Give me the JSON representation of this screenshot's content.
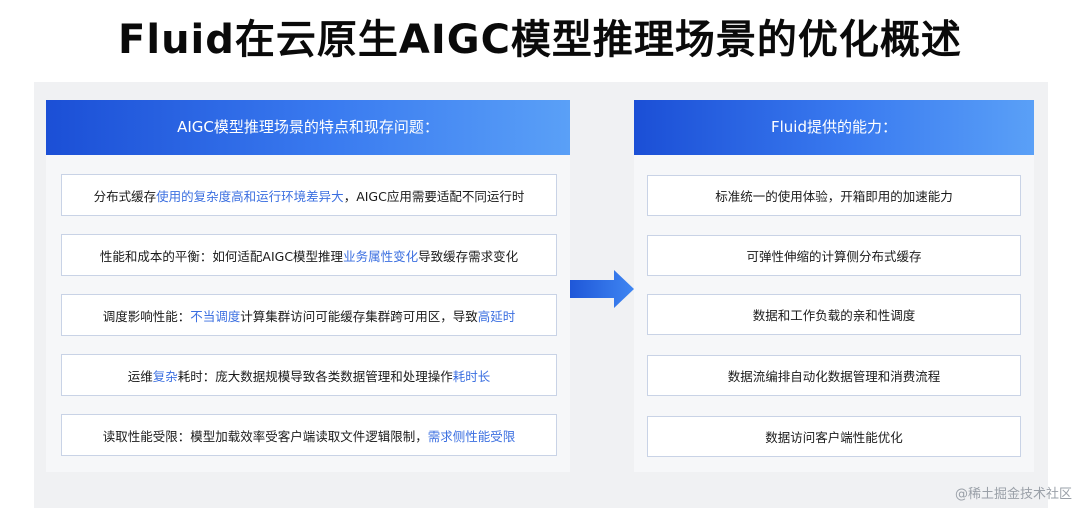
{
  "title": "Fluid在云原生AIGC模型推理场景的优化概述",
  "left_panel": {
    "header": "AIGC模型推理场景的特点和现存问题：",
    "items": [
      {
        "parts": [
          "分布式缓存",
          "使用的复杂度高和运行环境差异大",
          "，AIGC应用需要适配不同运行时"
        ]
      },
      {
        "parts": [
          "性能和成本的平衡：如何适配AIGC模型推理",
          "业务属性变化",
          "导致缓存需求变化"
        ]
      },
      {
        "parts": [
          "调度影响性能：",
          "不当调度",
          "计算集群访问可能缓存集群跨可用区，导致",
          "高延时"
        ]
      },
      {
        "parts": [
          "运维",
          "复杂",
          "耗时：庞大数据规模导致各类数据管理和处理操作",
          "耗时长"
        ]
      },
      {
        "parts": [
          "读取性能受限：模型加载效率受客户端读取文件逻辑限制，",
          "需求侧性能受限"
        ]
      }
    ]
  },
  "right_panel": {
    "header": "Fluid提供的能力：",
    "items": [
      "标准统一的使用体验，开箱即用的加速能力",
      "可弹性伸缩的计算侧分布式缓存",
      "数据和工作负载的亲和性调度",
      "数据流编排自动化数据管理和消费流程",
      "数据访问客户端性能优化"
    ]
  },
  "watermark": "@稀土掘金技术社区",
  "colors": {
    "header_gradient": [
      "#1b4fd6",
      "#5aa0f7"
    ],
    "highlight": "#3b6fe0",
    "arrow": "#2f6fe6"
  }
}
